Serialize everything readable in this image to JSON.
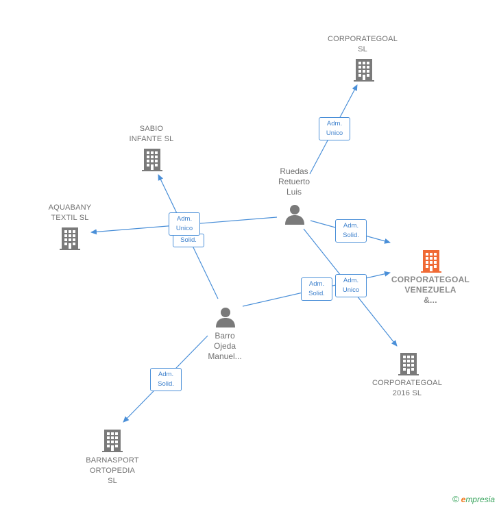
{
  "nodes": {
    "corporategoal_sl": {
      "label": "CORPORATEGOAL\nSL"
    },
    "sabio_infante": {
      "label": "SABIO\nINFANTE  SL"
    },
    "aquabany": {
      "label": "AQUABANY\nTEXTIL  SL"
    },
    "corporategoal_venezuela": {
      "label": "CORPORATEGOAL\nVENEZUELA\n&..."
    },
    "corporategoal_2016": {
      "label": "CORPORATEGOAL\n2016  SL"
    },
    "barnasport": {
      "label": "BARNASPORT\nORTOPEDIA\nSL"
    },
    "ruedas": {
      "label": "Ruedas\nRetuerto\nLuis"
    },
    "barro": {
      "label": "Barro\nOjeda\nManuel..."
    }
  },
  "relations": {
    "r1": "Adm.\nUnico",
    "r2": "Adm.\nUnico",
    "r3": "Solid.",
    "r4": "Adm.\nSolid.",
    "r5": "Adm.\nSolid.",
    "r6": "Adm.\nUnico",
    "r7": "Adm.\nSolid."
  },
  "colors": {
    "edge": "#4a8fd8",
    "company_icon": "#7a7a7a",
    "main_company_icon": "#f06a35",
    "person_icon": "#7a7a7a"
  },
  "brand": {
    "copyright": "©",
    "initial": "e",
    "name": "mpresia"
  }
}
